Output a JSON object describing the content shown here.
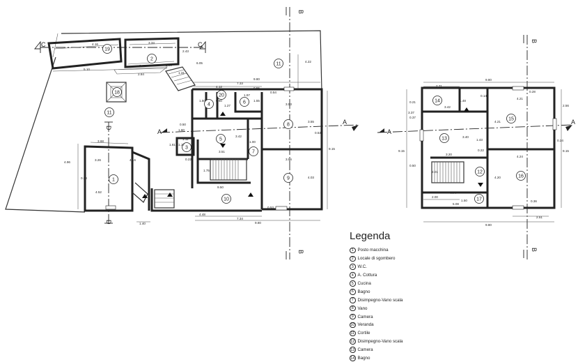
{
  "legend": {
    "title": "Legenda",
    "items": [
      {
        "n": "1",
        "label": "Posto macchina"
      },
      {
        "n": "2",
        "label": "Locale di sgombero"
      },
      {
        "n": "3",
        "label": "W.C."
      },
      {
        "n": "4",
        "label": "A. Cottura"
      },
      {
        "n": "5",
        "label": "Cucina"
      },
      {
        "n": "6",
        "label": "Bagno"
      },
      {
        "n": "7",
        "label": "Disimpegno-Vano scala"
      },
      {
        "n": "8",
        "label": "Vano"
      },
      {
        "n": "9",
        "label": "Camera"
      },
      {
        "n": "10",
        "label": "Veranda"
      },
      {
        "n": "11",
        "label": "Cortile"
      },
      {
        "n": "12",
        "label": "Disimpegno-Vano scala"
      },
      {
        "n": "13",
        "label": "Camera"
      },
      {
        "n": "14",
        "label": "Bagno"
      }
    ]
  },
  "sections": {
    "a": "A",
    "b": "B",
    "c": "C",
    "d": "D"
  },
  "rooms": {
    "r1": "1",
    "r2": "2",
    "r3": "3",
    "r4": "4",
    "r5": "5",
    "r6": "6",
    "r7": "7",
    "r8": "8",
    "r9": "9",
    "r10": "10",
    "r11": "11",
    "r11b": "11",
    "r12": "12",
    "r13": "13",
    "r14": "14",
    "r15": "15",
    "r16": "16",
    "r17": "17",
    "r18": "18",
    "r19": "19",
    "r20": "20"
  },
  "dims": {
    "g1": "4.16",
    "g2": "3.34",
    "g3": "5.10",
    "g4": "2.43",
    "g5": "2.42",
    "g6": "2.00",
    "g7": "2.84",
    "g8": "1.31",
    "g9": "6.05",
    "g10": "4.22",
    "g11": "9.80",
    "g12": "7.33",
    "g13": "4.12",
    "g14": "0.55",
    "g15": "0.54",
    "g16": "1.97",
    "g17": "1.50",
    "g18": "3.53",
    "g19": "3.55",
    "g20": "3.42",
    "g21": "0.50",
    "g22": "1.60",
    "g23": "3.51",
    "g24": "9.15",
    "g25": "3.96",
    "g26": "4.03",
    "g27": "1.75",
    "g28": "9.50",
    "g29": "4.48",
    "g30": "7.34",
    "g31": "9.80",
    "g32": "0.53",
    "g33": "3.68",
    "g34": "3.26",
    "g35": "4.96",
    "g36": "0.28",
    "g37": "4.52",
    "g38": "4.16",
    "g39": "1.40",
    "g40": "1.11",
    "g41": "1.17",
    "g42": "0.22",
    "g43": "1.61",
    "g44": "1.27",
    "g45": "0.60",
    "g46": "1.00",
    "g47": "1.55",
    "g48": "0.53",
    "f1": "9.80",
    "f2": "2.71",
    "f3": "1.48",
    "f4": "3.42",
    "f5": "0.14",
    "f6": "0.28",
    "f7": "4.21",
    "f8": "2.56",
    "f9": "3.37",
    "f10": "0.21",
    "f11": "0.37",
    "f12": "9.15",
    "f13": "3.40",
    "f14": "1.43",
    "f15": "3.20",
    "f16": "0.22",
    "f17": "4.24",
    "f18": "0.24",
    "f19": "9.15",
    "f20": "0.50",
    "f21": "2.01",
    "f22": "4.20",
    "f23": "4.44",
    "f24": "2.00",
    "f25": "1.50",
    "f26": "5.08",
    "f27": "0.36",
    "f28": "2.51",
    "f29": "9.80",
    "f30": "4.21"
  }
}
